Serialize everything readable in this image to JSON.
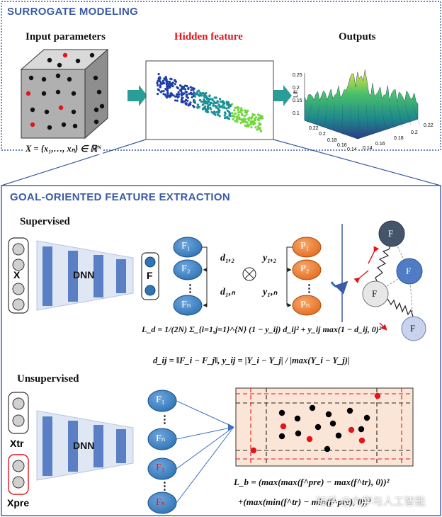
{
  "top": {
    "title": "SURROGATE MODELING",
    "input_header": "Input parameters",
    "hidden_header": "Hidden feature",
    "output_header": "Outputs",
    "set_formula": "X = {x₁,…, xₙ} ∈ ℝᴺ",
    "surface": {
      "zlabel": "Lift",
      "z_ticks": [
        "0.25",
        "0.2",
        "0.15",
        "0.1"
      ],
      "x_ticks": [
        "0.14",
        "0.16",
        "0.18",
        "0.2",
        "0.22"
      ],
      "y_ticks": [
        "0.14",
        "0.16",
        "0.18",
        "0.2",
        "0.22"
      ]
    }
  },
  "bottom": {
    "title": "GOAL-ORIENTED FEATURE EXTRACTION",
    "supervised": {
      "label": "Supervised",
      "input_label": "X",
      "dnn_label": "DNN",
      "feature_label": "F",
      "f_nodes": [
        "F₁",
        "F₂",
        "⋮",
        "Fₙ"
      ],
      "p_nodes": [
        "P₁",
        "P₂",
        "⋮",
        "Pₙ"
      ],
      "d_labels": [
        "d₁,₂",
        "d₁,ₙ"
      ],
      "y_labels": [
        "y₁,₂",
        "y₁,ₙ"
      ],
      "otimes": "⊗",
      "graph_nodes": [
        "F",
        "F",
        "F",
        "F"
      ],
      "loss_eq": "L_d = 1/(2N) Σ_{i=1,j=1}^{N} (1 − y_ij) d_ij² + y_ij max(1 − d_ij, 0)²",
      "dist_eq": "d_ij = ‖F_i − F_j‖, y_ij = |Y_i − Y_j| / |max(Y_i − Y_j)|"
    },
    "unsupervised": {
      "label": "Unsupervised",
      "input_tr": "Xtr",
      "input_pre": "Xpre",
      "dnn_label": "DNN",
      "f_nodes": [
        "F₁",
        "⋮",
        "Fₙ",
        "F₁",
        "⋮",
        "Fₖ"
      ],
      "loss_line1": "L_b = (max(max(f^pre) − max(f^tr), 0))²",
      "loss_line2": "+(max(min(f^tr) − min(f^pre), 0))²"
    }
  },
  "watermark": "知乎 @力学与人工智能",
  "colors": {
    "accent_blue": "#3b5ba5",
    "hidden_red": "#e3141b",
    "node_blue": "#2f74b5",
    "node_orange": "#ed7d31",
    "dnn_blue": "#5b7fc4",
    "panel_peach": "#fbe5d6",
    "graph_dark": "#44546a"
  }
}
